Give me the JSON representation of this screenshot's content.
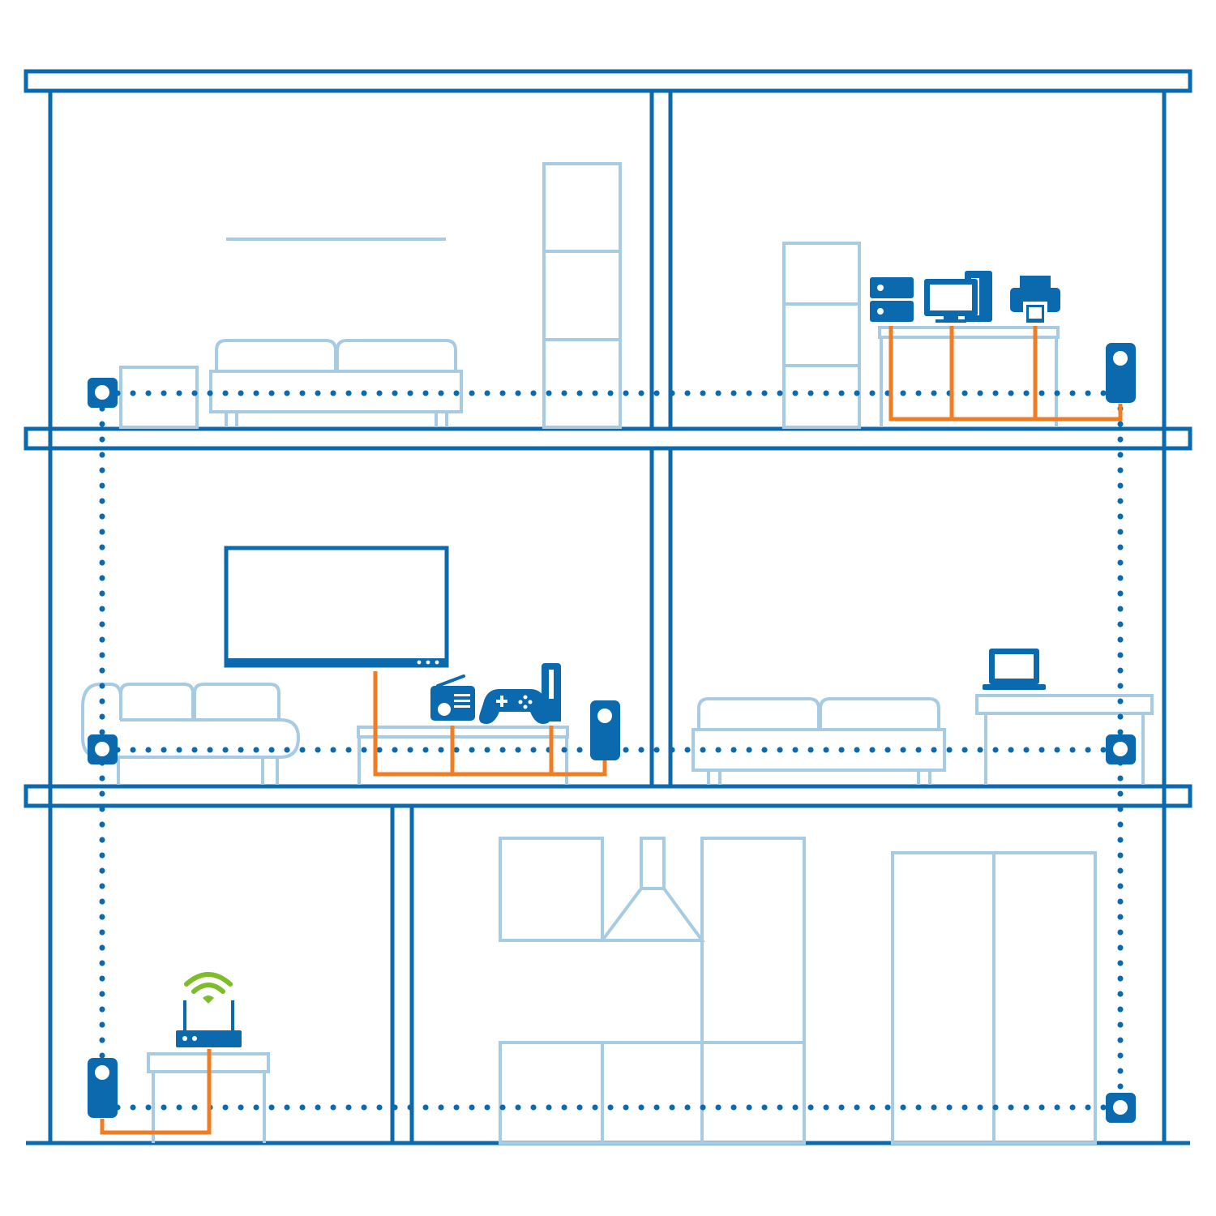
{
  "colors": {
    "house_outline": "#0b6aad",
    "furniture": "#a7cbe3",
    "ethernet_cable": "#f27c22",
    "powerline_link": "#0b6aad",
    "adapter": "#0b6aad",
    "wifi_signal": "#7dbd2a",
    "background": "#ffffff"
  },
  "floors": [
    {
      "level": "top",
      "rooms": [
        "living-room",
        "office"
      ]
    },
    {
      "level": "middle",
      "rooms": [
        "tv-room",
        "laptop-room"
      ]
    },
    {
      "level": "ground",
      "rooms": [
        "router-room",
        "kitchen"
      ]
    }
  ],
  "devices": {
    "office": [
      "server-icon",
      "desktop-computer-icon",
      "printer-icon"
    ],
    "tv_room": [
      "smart-tv-icon",
      "radio-icon",
      "gamepad-icon",
      "game-console-icon"
    ],
    "laptop_room": [
      "laptop-icon"
    ],
    "router_room": [
      "wifi-router-icon",
      "wifi-signal-icon"
    ]
  },
  "adapters": [
    "powerline-adapter-icon",
    "powerline-plug-icon"
  ]
}
